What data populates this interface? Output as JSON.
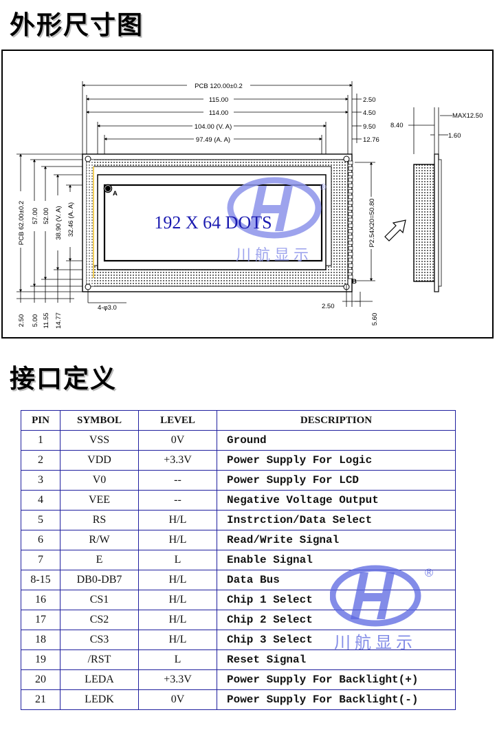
{
  "titles": {
    "drawing": "外形尺寸图",
    "interface": "接口定义"
  },
  "drawing": {
    "pcb_width": "PCB 120.00±0.2",
    "w115": "115.00",
    "w114": "114.00",
    "w104": "104.00 (V. A)",
    "w97": "97.49 (A. A)",
    "r250": "2.50",
    "r450": "4.50",
    "r950": "9.50",
    "r1276": "12.76",
    "pcb_height": "PCB 62.00±0.2",
    "h57": "57.00",
    "h52": "52.00",
    "h3890": "38.90 (V. A)",
    "h3246": "32.46 (A. A)",
    "b250": "2.50",
    "b500": "5.00",
    "b1155": "11.55",
    "b1477": "14.77",
    "holes": "4-φ3.0",
    "pin1_label": "A",
    "pin_pitch": "P2.54X20=50.80",
    "br250": "2.50",
    "br560": "5.60",
    "resolution": "192 X 64 DOTS",
    "side_max": "MAX12.50",
    "side_840": "8.40",
    "side_160": "1.60",
    "pin_marker": "B"
  },
  "watermark": {
    "text": "川航显示",
    "registered": "®"
  },
  "table": {
    "headers": [
      "PIN",
      "SYMBOL",
      "LEVEL",
      "DESCRIPTION"
    ],
    "rows": [
      [
        "1",
        "VSS",
        "0V",
        "Ground"
      ],
      [
        "2",
        "VDD",
        "+3.3V",
        "Power Supply For Logic"
      ],
      [
        "3",
        "V0",
        "--",
        "Power Supply For LCD"
      ],
      [
        "4",
        "VEE",
        "--",
        "Negative Voltage Output"
      ],
      [
        "5",
        "RS",
        "H/L",
        "Instrction/Data Select"
      ],
      [
        "6",
        "R/W",
        "H/L",
        "Read/Write Signal"
      ],
      [
        "7",
        "E",
        "L",
        "Enable Signal"
      ],
      [
        "8-15",
        "DB0-DB7",
        "H/L",
        "Data Bus"
      ],
      [
        "16",
        "CS1",
        "H/L",
        "Chip 1 Select"
      ],
      [
        "17",
        "CS2",
        "H/L",
        "Chip 2 Select"
      ],
      [
        "18",
        "CS3",
        "H/L",
        "Chip 3 Select"
      ],
      [
        "19",
        "/RST",
        "L",
        "Reset Signal"
      ],
      [
        "20",
        "LEDA",
        "+3.3V",
        "Power Supply For Backlight(+)"
      ],
      [
        "21",
        "LEDK",
        "0V",
        "Power Supply For Backlight(-)"
      ]
    ]
  },
  "colors": {
    "table_border": "#1e1e9e",
    "dots_text": "#1a1ab0",
    "watermark": "#4a56d8"
  }
}
